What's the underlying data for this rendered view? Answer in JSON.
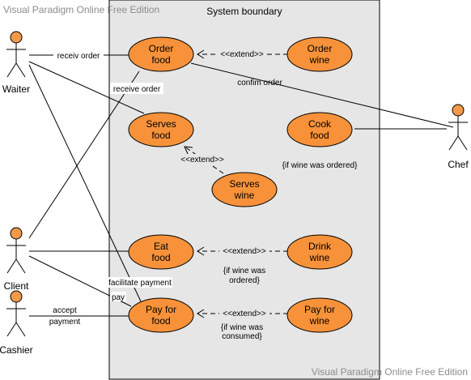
{
  "watermark_top": "Visual Paradigm Online Free Edition",
  "watermark_bottom": "Visual Paradigm Online Free Edition",
  "boundary_title": "System boundary",
  "actors": {
    "waiter": "Waiter",
    "client": "Client",
    "cashier": "Cashier",
    "chef": "Chef"
  },
  "use_cases": {
    "order_food": [
      "Order",
      "food"
    ],
    "order_wine": [
      "Order",
      "wine"
    ],
    "serves_food": [
      "Serves",
      "food"
    ],
    "cook_food": [
      "Cook",
      "food"
    ],
    "serves_wine": [
      "Serves",
      "wine"
    ],
    "eat_food": [
      "Eat",
      "food"
    ],
    "drink_wine": [
      "Drink",
      "wine"
    ],
    "pay_food": [
      "Pay for",
      "food"
    ],
    "pay_wine": [
      "Pay for",
      "wine"
    ]
  },
  "labels": {
    "receiv_order": "receiv order",
    "receive_order": "receive order",
    "confirm_order": "confim order",
    "extend": "<<extend>>",
    "if_wine_ordered_1": "{if wine was ordered}",
    "if_wine_ordered_2a": "{if wine was",
    "if_wine_ordered_2b": "ordered}",
    "if_wine_consumed_a": "{if wine was",
    "if_wine_consumed_b": "consumed}",
    "facilitate_payment": "facilitate payment",
    "pay": "pay",
    "accept_payment_a": "accept",
    "accept_payment_b": "payment"
  }
}
